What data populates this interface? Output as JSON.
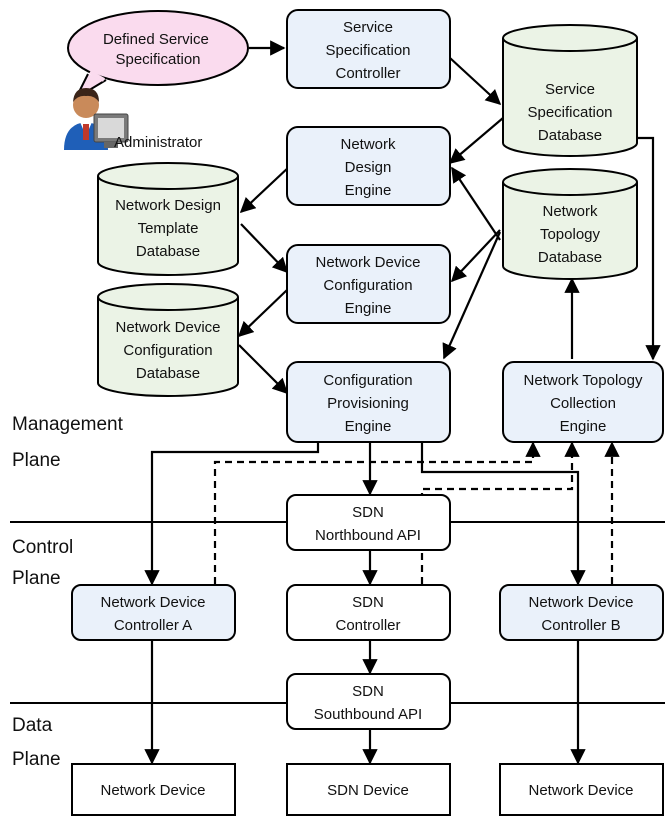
{
  "colors": {
    "box_fill": "#eaf1fa",
    "db_fill": "#ebf3e6",
    "bubble_fill": "#fadbee",
    "stroke": "#000000"
  },
  "bubble": {
    "lines": [
      "Defined Service",
      "Specification"
    ]
  },
  "admin": {
    "icon": "administrator-icon",
    "label": "Administrator"
  },
  "nodes": {
    "ssc": [
      "Service",
      "Specification",
      "Controller"
    ],
    "ssd": [
      "Service",
      "Specification",
      "Database"
    ],
    "nde": [
      "Network",
      "Design",
      "Engine"
    ],
    "ntd": [
      "Network",
      "Topology",
      "Database"
    ],
    "ndtd": [
      "Network Design",
      "Template",
      "Database"
    ],
    "ndce": [
      "Network Device",
      "Configuration",
      "Engine"
    ],
    "ndcd": [
      "Network Device",
      "Configuration",
      "Database"
    ],
    "cpe": [
      "Configuration",
      "Provisioning",
      "Engine"
    ],
    "ntce": [
      "Network Topology",
      "Collection",
      "Engine"
    ],
    "nbapi": [
      "SDN",
      "Northbound API"
    ],
    "ndca": [
      "Network Device",
      "Controller A"
    ],
    "sdnc": [
      "SDN",
      "Controller"
    ],
    "ndcb": [
      "Network Device",
      "Controller B"
    ],
    "sbapi": [
      "SDN",
      "Southbound API"
    ],
    "nd1": [
      "Network Device"
    ],
    "sdnd": [
      "SDN Device"
    ],
    "nd2": [
      "Network Device"
    ]
  },
  "planes": {
    "management": [
      "Management",
      "Plane"
    ],
    "control": [
      "Control",
      "Plane"
    ],
    "data": [
      "Data",
      "Plane"
    ]
  }
}
